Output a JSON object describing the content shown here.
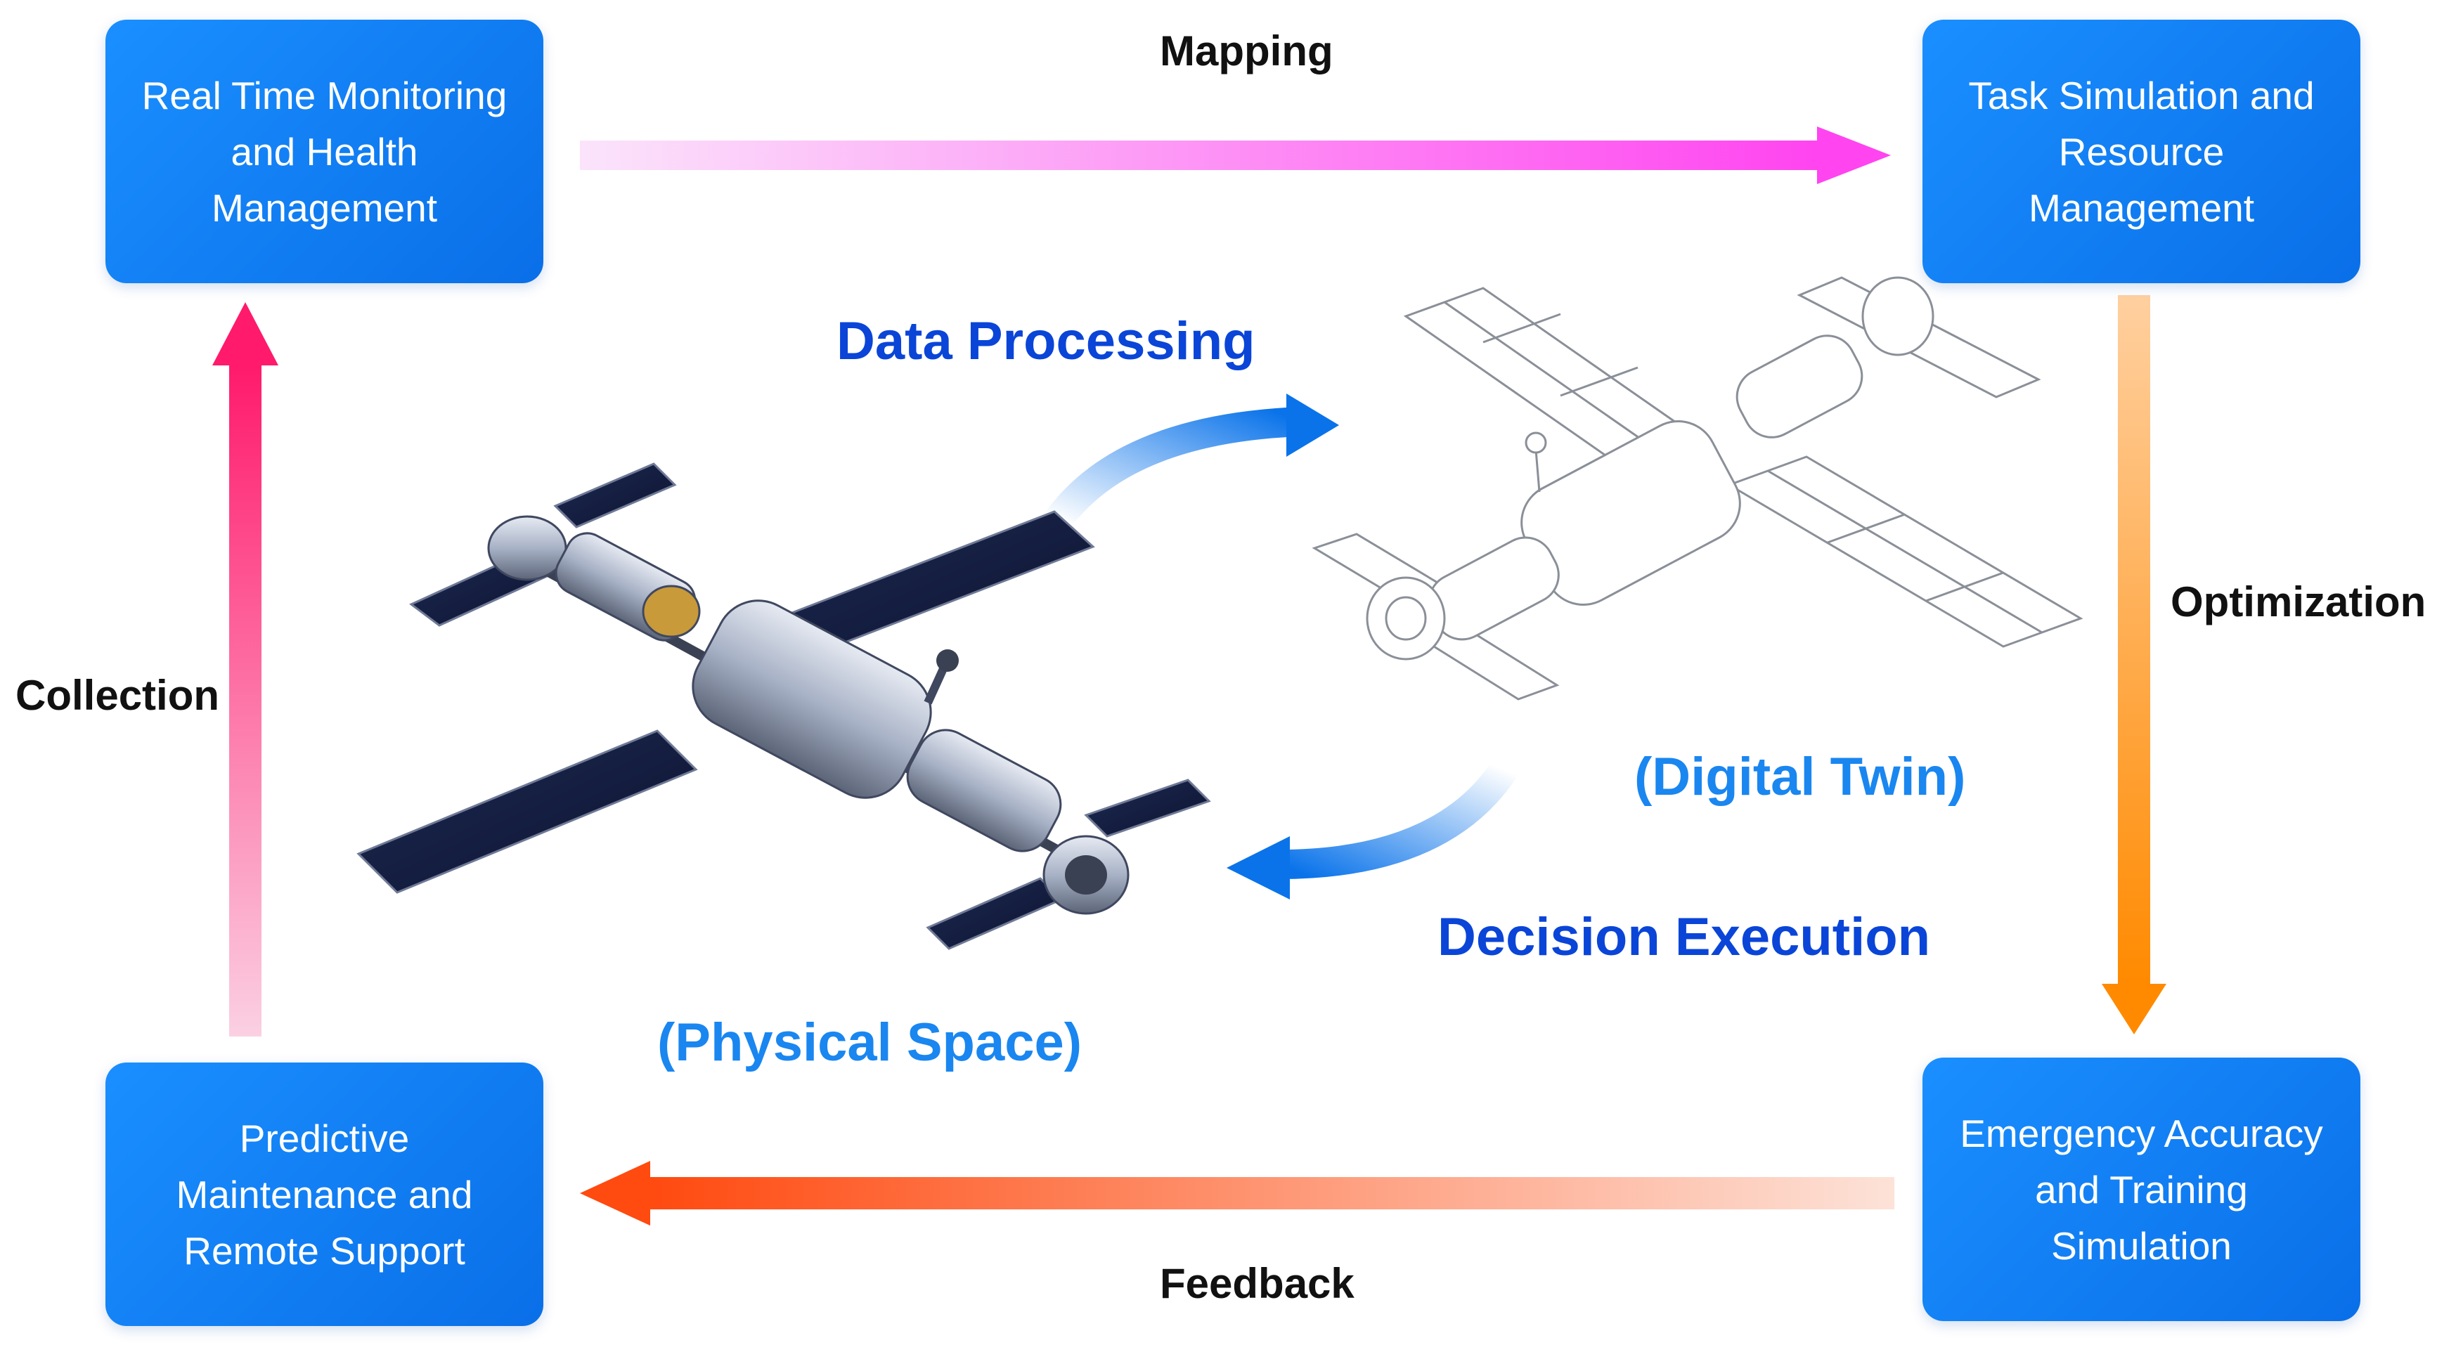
{
  "boxes": {
    "top_left": "Real Time Monitoring\nand Health\nManagement",
    "top_right": "Task Simulation and\nResource\nManagement",
    "bottom_left": "Predictive\nMaintenance and\nRemote Support",
    "bottom_right": "Emergency Accuracy\nand Training\nSimulation"
  },
  "edges": {
    "mapping": "Mapping",
    "optimization": "Optimization",
    "feedback": "Feedback",
    "collection": "Collection"
  },
  "center": {
    "data_processing": "Data Processing",
    "decision_execution": "Decision Execution",
    "physical_space": "(Physical Space)",
    "digital_twin": "(Digital Twin)"
  },
  "colors": {
    "box": "#0a7ef0",
    "mapping_arrow": "#ff44f0",
    "optimization_arrow": "#ff8c00",
    "feedback_arrow": "#ff4a10",
    "collection_arrow": "#ff1a6b",
    "flow_blue": "#0a73ea",
    "label_dark_blue": "#0a45d8",
    "label_light_blue": "#1a86f0"
  }
}
